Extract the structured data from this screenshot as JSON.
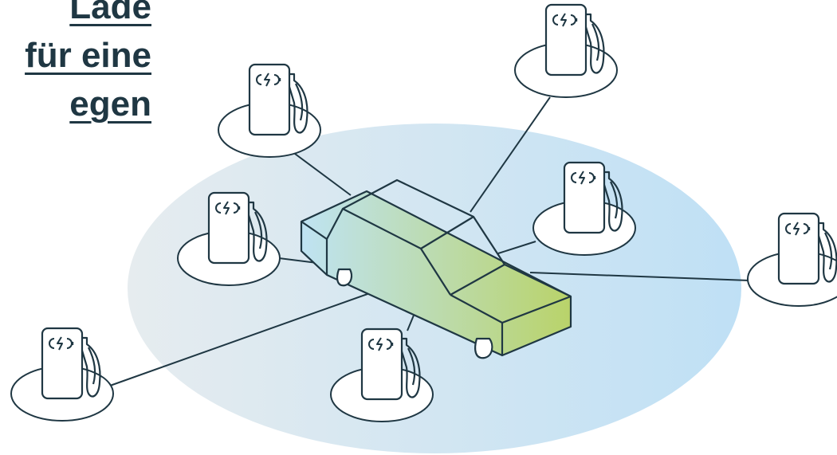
{
  "headline": {
    "lines": [
      "Lade",
      "für eine",
      "egen"
    ]
  },
  "colors": {
    "ink": "#1f3743",
    "halo_left": "#e6ecef",
    "halo_right": "#bfe0f5",
    "car_front": "#bfe3f2",
    "car_rear": "#b9d36a",
    "pump_fill": "#ffffff"
  },
  "icons": {
    "pump": "charging-station-icon",
    "bolt": "lightning-bolt-icon",
    "car": "car-icon"
  }
}
